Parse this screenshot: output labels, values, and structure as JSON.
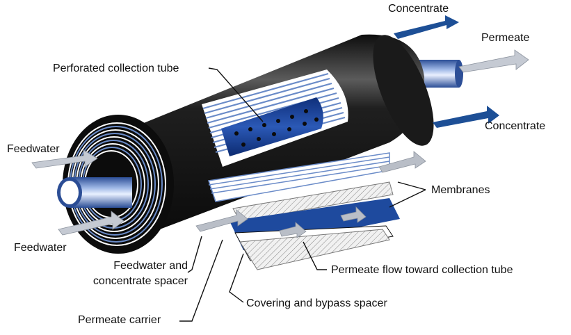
{
  "labels": {
    "concentrate_top": "Concentrate",
    "permeate": "Permeate",
    "concentrate_right": "Concentrate",
    "perforated_tube": "Perforated collection tube",
    "feedwater_top": "Feedwater",
    "feedwater_bottom": "Feedwater",
    "membranes": "Membranes",
    "feed_spacer_line1": "Feedwater and",
    "feed_spacer_line2": "concentrate spacer",
    "permeate_flow": "Permeate flow toward collection tube",
    "covering_spacer": "Covering and bypass spacer",
    "permeate_carrier": "Permeate carrier"
  },
  "colors": {
    "casing": "#1a1a1a",
    "membrane_blue": "#1e4a9e",
    "tube_blue": "#7f9ed3",
    "arrow_blue": "#1d4f96",
    "arrow_gray": "#b9bec7",
    "layer_stripe": "#6a8bc8"
  }
}
